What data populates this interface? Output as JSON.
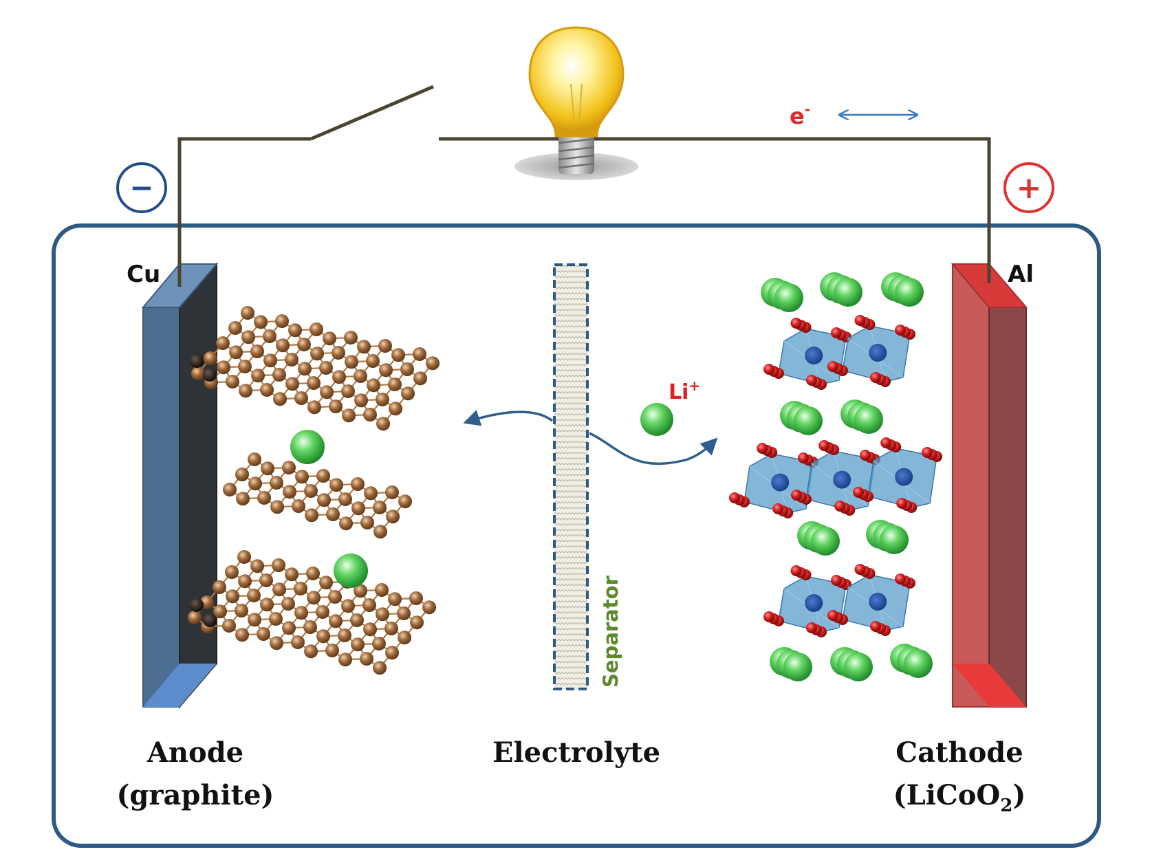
{
  "labels": {
    "electron": "e",
    "electron_charge": "-",
    "negative_sign": "−",
    "positive_sign": "+",
    "anode_collector": "Cu",
    "cathode_collector": "Al",
    "ion": "Li",
    "ion_charge": "+",
    "separator": "Separator",
    "anode_title": "Anode",
    "anode_material": "(graphite)",
    "electrolyte": "Electrolyte",
    "cathode_title": "Cathode",
    "cathode_material_open": "(LiCoO",
    "cathode_material_sub": "2",
    "cathode_material_close": ")"
  },
  "colors": {
    "wire": "#4a4530",
    "case_border": "#2c5a85",
    "negative": "#1f4e8c",
    "positive": "#e03030",
    "copper_plate": "#4d6e93",
    "aluminum_plate": "#d44a4a",
    "carbon_atom": "#8a5a2b",
    "lithium_atom": "#3fbf3f",
    "oxygen_atom": "#c41a1a",
    "cobalt_octahedron": "#5a9ec9",
    "ion_arrow": "#2e5f8c",
    "separator_text": "#5a8a2a",
    "ion_text": "#e02020"
  },
  "icons": [
    "light-bulb-icon",
    "switch-icon",
    "minus-circle-icon",
    "plus-circle-icon",
    "double-arrow-icon"
  ]
}
